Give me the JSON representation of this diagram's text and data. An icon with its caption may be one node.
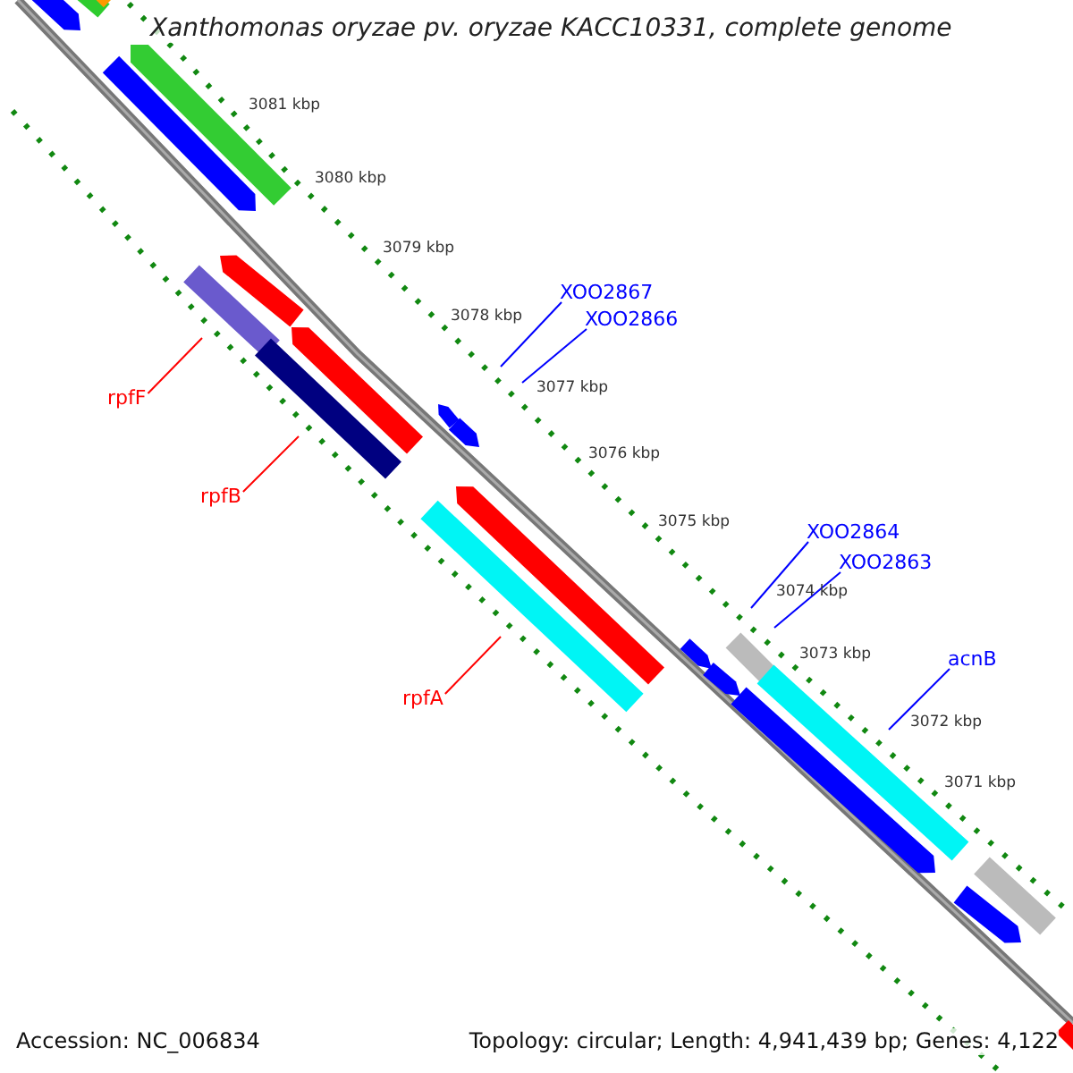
{
  "diagram": {
    "title": "Xanthomonas oryzae pv. oryzae KACC10331, complete genome",
    "nodes": [
      {
        "text": [
          "XOO2867"
        ]
      },
      {
        "text": [
          "XOO2866"
        ]
      },
      {
        "text": [
          "rpfF"
        ]
      },
      {
        "text": [
          "rpfB"
        ]
      },
      {
        "text": [
          "XOO2864"
        ]
      },
      {
        "text": [
          "XOO2863"
        ]
      },
      {
        "text": [
          "acnB"
        ]
      },
      {
        "text": [
          "rpfA"
        ]
      }
    ],
    "edges": [
      {
        "from": 0,
        "to": null,
        "arrow": "none"
      },
      {
        "from": 1,
        "to": null,
        "arrow": "none"
      },
      {
        "from": 2,
        "to": null,
        "arrow": "none",
        "color": "#ff0000"
      },
      {
        "from": 3,
        "to": null,
        "arrow": "none",
        "color": "#ff0000"
      },
      {
        "from": 4,
        "to": null,
        "arrow": "none"
      },
      {
        "from": 5,
        "to": null,
        "arrow": "none"
      },
      {
        "from": 6,
        "to": null,
        "arrow": "none"
      },
      {
        "from": 7,
        "to": null,
        "arrow": "none",
        "color": "#ff0000"
      }
    ],
    "labels": [
      "3081 kbp",
      "3080 kbp",
      "3079 kbp",
      "3078 kbp",
      "3077 kbp",
      "3076 kbp",
      "3075 kbp",
      "3074 kbp",
      "3073 kbp",
      "3072 kbp",
      "3071 kbp",
      "Accession: NC_006834",
      "Topology: circular; Length: 4,941,439 bp; Genes: 4,122"
    ]
  }
}
